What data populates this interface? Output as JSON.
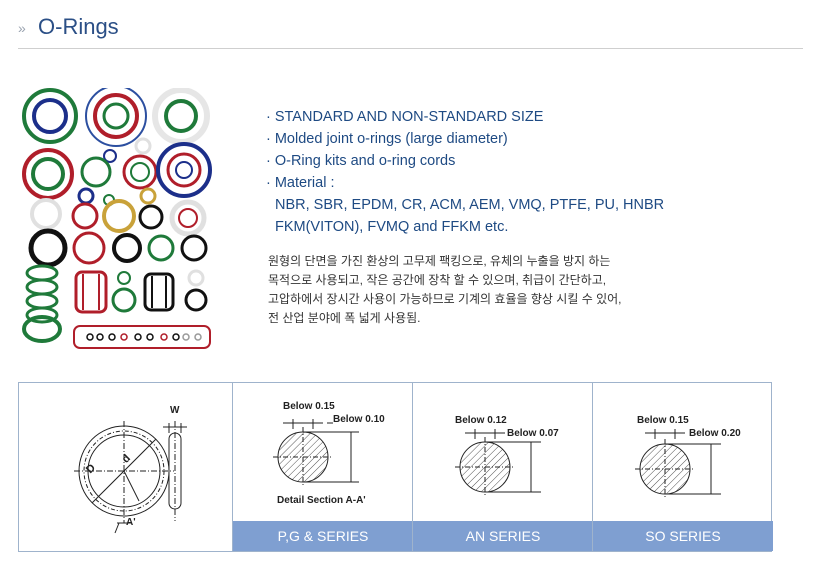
{
  "header": {
    "chevron": "»",
    "title": "O-Rings"
  },
  "features": [
    "· STANDARD AND NON-STANDARD SIZE",
    "· Molded joint o-rings (large diameter)",
    "· O-Ring kits and o-ring cords",
    "· Material :",
    "  NBR, SBR, EPDM, CR, ACM, AEM,  VMQ, PTFE, PU, HNBR",
    "  FKM(VITON), FVMQ and FFKM etc."
  ],
  "korean": [
    "원형의 단면을 가진 환상의 고무제 팩킹으로, 유체의 누출을 방지 하는",
    "목적으로 사용되고, 작은 공간에 장착 할 수 있으며, 취급이 간단하고,",
    "고압하에서 장시간 사용이 가능하므로 기계의 효율을 향상 시킬 수 있어,",
    "전 산업 분야에 폭 넓게 사용됨."
  ],
  "diagram": {
    "main": {
      "label_w": "W",
      "label_d": "D",
      "label_dsmall": "d",
      "label_a": "A'"
    },
    "pg": {
      "below_a": "Below 0.15",
      "below_b": "Below 0.10",
      "caption": "Detail Section A-A'",
      "series": "P,G & SERIES"
    },
    "an": {
      "below_a": "Below 0.12",
      "below_b": "Below 0.07",
      "series": "AN SERIES"
    },
    "so": {
      "below_a": "Below 0.15",
      "below_b": "Below 0.20",
      "series": "SO SERIES"
    }
  },
  "colors": {
    "title": "#2b4f86",
    "feature_text": "#1e4a83",
    "series_bar": "#7f9fd1",
    "border": "#9fb3cc"
  }
}
